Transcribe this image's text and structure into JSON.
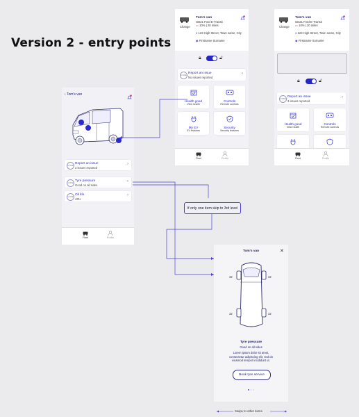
{
  "heading": "Version 2 - entry points",
  "screen_a": {
    "back_label": "Tom's van",
    "list": [
      {
        "code": "CODE",
        "title": "Report an issue",
        "sub": "3 issues reported"
      },
      {
        "code": "CODE",
        "title": "Tyre pressure",
        "sub": "Good on all sides"
      },
      {
        "code": "CODE",
        "title": "Oil life",
        "sub": "49%"
      }
    ],
    "nav": [
      {
        "label": "Fleet"
      },
      {
        "label": "Profile"
      }
    ]
  },
  "screen_b": {
    "van_name": "Tom's van",
    "van_model": "GD21 Ford E-Transit",
    "range": "10%",
    "miles": "20 miles",
    "change_label": "Change",
    "address": "123 High Street, Town name, City",
    "driver": "Firstname Surname",
    "report": {
      "code": "CODE",
      "title": "Report an issue",
      "sub": "No issues reported"
    },
    "tiles": [
      {
        "title": "Health good",
        "sub": "View health"
      },
      {
        "title": "Controls",
        "sub": "Remote controls"
      },
      {
        "title": "My EV",
        "sub": "EV features"
      },
      {
        "title": "Security",
        "sub": "Security features"
      }
    ],
    "nav": [
      {
        "label": "Fleet"
      },
      {
        "label": "Profile"
      }
    ]
  },
  "screen_c": {
    "van_name": "Tom's van",
    "van_model": "GD21 Ford E-Transit",
    "range": "10%",
    "miles": "20 miles",
    "change_label": "Change",
    "address": "123 High Street, Town name, City",
    "driver": "Firstname Surname",
    "report": {
      "code": "CODE",
      "title": "Report an issue",
      "sub": "3 issues reported"
    },
    "tiles": [
      {
        "title": "Health good",
        "sub": "View health"
      },
      {
        "title": "Controls",
        "sub": "Remote controls"
      }
    ],
    "nav": [
      {
        "label": "Fleet"
      },
      {
        "label": "Profile"
      }
    ]
  },
  "note": "If only one item skip to 3rd level",
  "screen_d": {
    "title": "Tom's van",
    "close": "✕",
    "pressures": {
      "front_left": "32",
      "front_right": "32",
      "rear_left": "32",
      "rear_right": "32"
    },
    "section_title": "Tyre pressure",
    "section_sub": "Good on all sides",
    "body": "Lorem ipsum dolor sit amet, consectetur adipiscing elit, sed do eiusmod tempor incididunt ut.",
    "cta": "Book tyre service",
    "swipe_label": "Swipe to other items"
  },
  "colors": {
    "accent": "#2a2ad0",
    "connector": "#4b3fd8",
    "background": "#ebebee"
  }
}
